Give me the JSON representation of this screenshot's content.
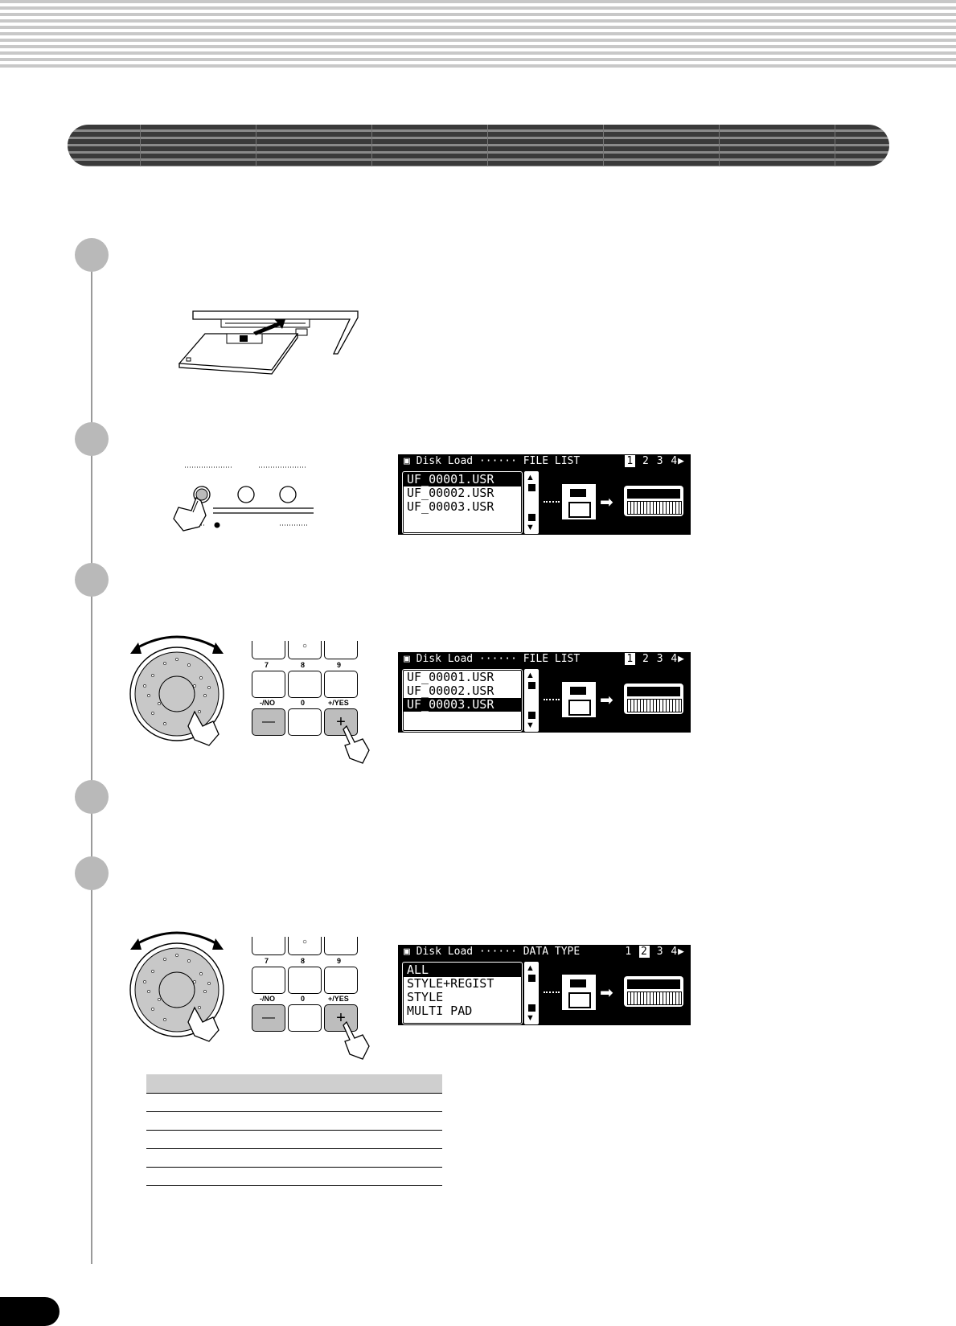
{
  "lcd_displays": [
    {
      "title": "Disk Load",
      "section": "FILE LIST",
      "pages": [
        "1",
        "2",
        "3",
        "4"
      ],
      "current_page": "1",
      "next_arrow": "▶",
      "rows": [
        {
          "label": "UF_00001.USR",
          "selected": true
        },
        {
          "label": "UF_00002.USR",
          "selected": false
        },
        {
          "label": "UF_00003.USR",
          "selected": false
        }
      ]
    },
    {
      "title": "Disk Load",
      "section": "FILE LIST",
      "pages": [
        "1",
        "2",
        "3",
        "4"
      ],
      "current_page": "1",
      "next_arrow": "▶",
      "rows": [
        {
          "label": "UF_00001.USR",
          "selected": false
        },
        {
          "label": "UF_00002.USR",
          "selected": false
        },
        {
          "label": "UF_00003.USR",
          "selected": true
        }
      ]
    },
    {
      "title": "Disk Load",
      "section": "DATA TYPE",
      "pages": [
        "1",
        "2",
        "3",
        "4"
      ],
      "current_page": "2",
      "next_arrow": "▶",
      "rows": [
        {
          "label": "ALL",
          "selected": true
        },
        {
          "label": "STYLE+REGIST",
          "selected": false
        },
        {
          "label": "STYLE",
          "selected": false
        },
        {
          "label": "MULTI PAD",
          "selected": false
        }
      ]
    }
  ],
  "keypad": {
    "keys_top": [
      "7",
      "8",
      "9"
    ],
    "keys_bottom": [
      "-/NO",
      "0",
      "+/YES"
    ],
    "minus_symbol": "—",
    "plus_symbol": "+"
  }
}
